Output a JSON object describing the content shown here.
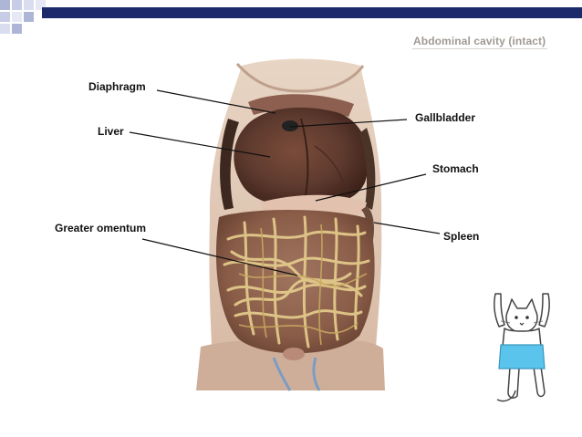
{
  "slide": {
    "title": "Abdominal cavity (intact)"
  },
  "labels": {
    "diaphragm": "Diaphragm",
    "liver": "Liver",
    "greater_omentum": "Greater omentum",
    "gallbladder": "Gallbladder",
    "stomach": "Stomach",
    "spleen": "Spleen"
  },
  "colors": {
    "accent_navy": "#1c2a6b",
    "tile_blue": "#aeb6d8",
    "organ_brown": "#5e3a2e",
    "omentum_yellow": "#d8c07a",
    "cat_shorts": "#5bc4ec"
  }
}
